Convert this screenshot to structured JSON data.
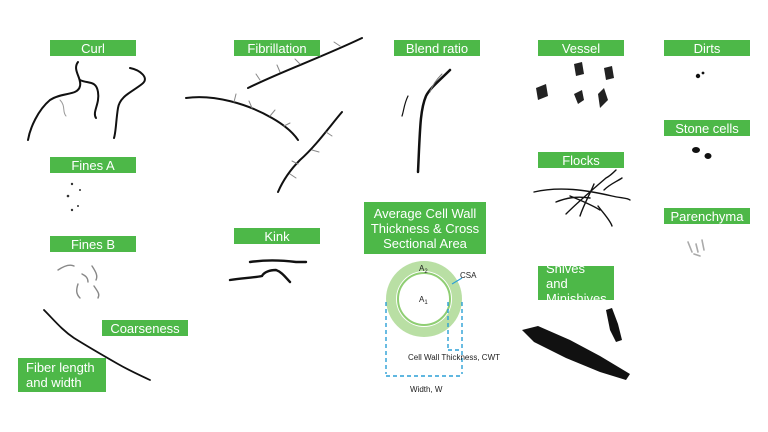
{
  "labels": {
    "curl": "Curl",
    "fibrillation": "Fibrillation",
    "blend_ratio": "Blend ratio",
    "vessel": "Vessel",
    "dirts": "Dirts",
    "fines_a": "Fines A",
    "stone_cells": "Stone cells",
    "flocks": "Flocks",
    "average_cell_wall": "Average Cell Wall\nThickness & Cross\nSectional Area",
    "fines_b": "Fines B",
    "kink": "Kink",
    "parenchyma": "Parenchyma",
    "shives": "Shives and\nMinishives",
    "coarseness": "Coarseness",
    "fiber_length": "Fiber length\nand width"
  },
  "cell_wall_diagram": {
    "outer_area_label": "A",
    "outer_area_subscript": "2",
    "inner_area_label": "A",
    "inner_area_subscript": "1",
    "csa_label": "CSA",
    "thickness_label": "Cell Wall Thickness, CWT",
    "width_label": "Width, W"
  },
  "colors": {
    "label_background": "#4db848",
    "label_text": "#ffffff",
    "ring_outer": "#b9dfa4",
    "ring_inner": "#8fce73",
    "dimension_lines": "#2b9fd6",
    "fiber": "#111111"
  }
}
